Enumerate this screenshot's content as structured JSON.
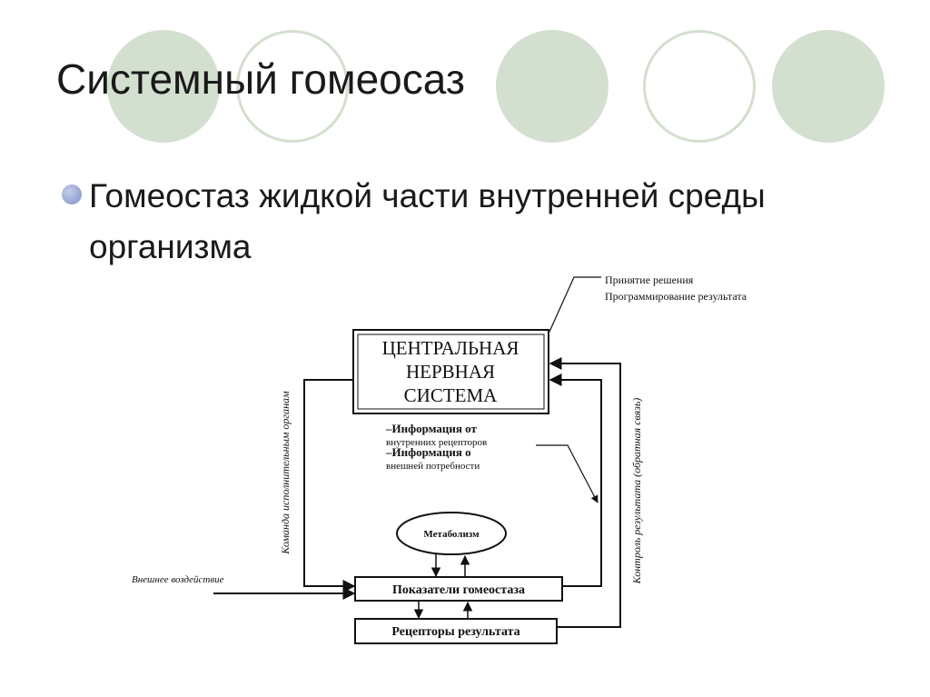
{
  "slide": {
    "title": "Системный гомеосаз",
    "bullet": "Гомеостаз жидкой части внутренней среды организма"
  },
  "diagram": {
    "cns_lines": [
      "ЦЕНТРАЛЬНАЯ",
      "НЕРВНАЯ",
      "СИСТЕМА"
    ],
    "decision_lines": [
      "Принятие решения",
      "Программирование результата"
    ],
    "info_internal": [
      "–Информация от",
      "внутренних рецепторов"
    ],
    "info_external": [
      "–Информация о",
      "внешней потребности"
    ],
    "metabolism": "Метаболизм",
    "homeostasis_indicators": "Показатели гомеостаза",
    "result_receptors": "Рецепторы результата",
    "external_influence": "Внешнее воздействие",
    "left_vertical_label": "Команда исполнительным органам",
    "right_vertical_label": "Контроль результата (обратная связь)"
  },
  "colors": {
    "decor": "#d3dfcf",
    "bullet": "#7f91c8",
    "text": "#1a1a1a"
  }
}
